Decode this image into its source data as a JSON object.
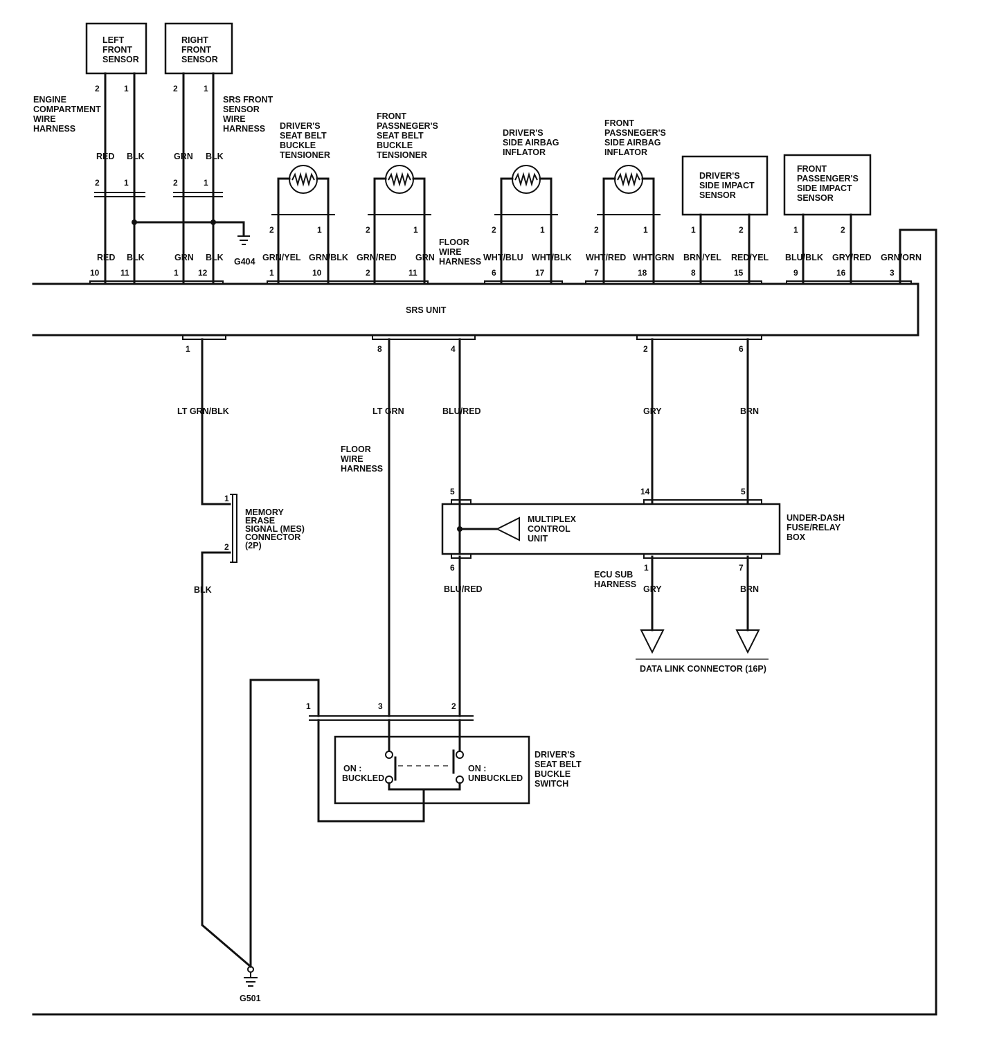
{
  "components": {
    "left_front_sensor": [
      "LEFT",
      "FRONT",
      "SENSOR"
    ],
    "right_front_sensor": [
      "RIGHT",
      "FRONT",
      "SENSOR"
    ],
    "drivers_seat_belt_buckle_tensioner": [
      "DRIVER'S",
      "SEAT BELT",
      "BUCKLE",
      "TENSIONER"
    ],
    "front_passengers_seat_belt_buckle_tensioner": [
      "FRONT",
      "PASSNEGER'S",
      "SEAT BELT",
      "BUCKLE",
      "TENSIONER"
    ],
    "drivers_side_airbag_inflator": [
      "DRIVER'S",
      "SIDE AIRBAG",
      "INFLATOR"
    ],
    "front_passengers_side_airbag_inflator": [
      "FRONT",
      "PASSNEGER'S",
      "SIDE AIRBAG",
      "INFLATOR"
    ],
    "drivers_side_impact_sensor": [
      "DRIVER'S",
      "SIDE IMPACT",
      "SENSOR"
    ],
    "front_passengers_side_impact_sensor": [
      "FRONT",
      "PASSENGER'S",
      "SIDE IMPACT",
      "SENSOR"
    ],
    "srs_unit": "SRS UNIT",
    "mes_connector": [
      "MEMORY",
      "ERASE",
      "SIGNAL (MES)",
      "CONNECTOR",
      "(2P)"
    ],
    "multiplex_control_unit": [
      "MULTIPLEX",
      "CONTROL",
      "UNIT"
    ],
    "under_dash_fuse_relay_box": [
      "UNDER-DASH",
      "FUSE/RELAY",
      "BOX"
    ],
    "data_link_connector": "DATA LINK CONNECTOR (16P)",
    "drivers_seat_belt_buckle_switch": [
      "DRIVER'S",
      "SEAT BELT",
      "BUCKLE",
      "SWITCH"
    ],
    "switch_buckled_label": [
      "ON :",
      "BUCKLED"
    ],
    "switch_unbuckled_label": [
      "ON :",
      "UNBUCKLED"
    ]
  },
  "harness_labels": {
    "engine_compartment": [
      "ENGINE",
      "COMPARTMENT",
      "WIRE",
      "HARNESS"
    ],
    "srs_front_sensor": [
      "SRS FRONT",
      "SENSOR",
      "WIRE",
      "HARNESS"
    ],
    "floor_upper": [
      "FLOOR",
      "WIRE",
      "HARNESS"
    ],
    "floor_lower": [
      "FLOOR",
      "WIRE",
      "HARNESS"
    ],
    "ecu_sub": [
      "ECU SUB",
      "HARNESS"
    ]
  },
  "grounds": {
    "g404": "G404",
    "g501": "G501"
  },
  "upper_wires": [
    {
      "id": "lf2",
      "sensor_pin": "2",
      "mid_color": "RED",
      "conn_pin": "2",
      "srs_color": "RED",
      "srs_pin": "10"
    },
    {
      "id": "lf1",
      "sensor_pin": "1",
      "mid_color": "BLK",
      "conn_pin": "1",
      "srs_color": "BLK",
      "srs_pin": "11"
    },
    {
      "id": "rf2",
      "sensor_pin": "2",
      "mid_color": "GRN",
      "conn_pin": "2",
      "srs_color": "GRN",
      "srs_pin": "1"
    },
    {
      "id": "rf1",
      "sensor_pin": "1",
      "mid_color": "BLK",
      "conn_pin": "1",
      "srs_color": "BLK",
      "srs_pin": "12"
    },
    {
      "id": "dt2",
      "comp_pin": "2",
      "color": "GRN/YEL",
      "srs_pin": "1"
    },
    {
      "id": "dt1",
      "comp_pin": "1",
      "color": "GRN/BLK",
      "srs_pin": "10"
    },
    {
      "id": "pt2",
      "comp_pin": "2",
      "color": "GRN/RED",
      "srs_pin": "2"
    },
    {
      "id": "pt1",
      "comp_pin": "1",
      "color": "GRN",
      "srs_pin": "11"
    },
    {
      "id": "di2",
      "comp_pin": "2",
      "color": "WHT/BLU",
      "srs_pin": "6"
    },
    {
      "id": "di1",
      "comp_pin": "1",
      "color": "WHT/BLK",
      "srs_pin": "17"
    },
    {
      "id": "pi2",
      "comp_pin": "2",
      "color": "WHT/RED",
      "srs_pin": "7"
    },
    {
      "id": "pi1",
      "comp_pin": "1",
      "color": "WHT/GRN",
      "srs_pin": "18"
    },
    {
      "id": "ds1",
      "comp_pin": "1",
      "color": "BRN/YEL",
      "srs_pin": "8"
    },
    {
      "id": "ds2",
      "comp_pin": "2",
      "color": "RED/YEL",
      "srs_pin": "15"
    },
    {
      "id": "ps1",
      "comp_pin": "1",
      "color": "BLU/BLK",
      "srs_pin": "9"
    },
    {
      "id": "ps2",
      "comp_pin": "2",
      "color": "GRY/RED",
      "srs_pin": "16"
    },
    {
      "id": "gnd3",
      "color": "GRN/ORN",
      "srs_pin": "3"
    }
  ],
  "lower_wires": {
    "mes": {
      "srs_pin": "1",
      "color": "LT GRN/BLK",
      "conn_pin_top": "1",
      "conn_pin_bottom": "2",
      "ground_color": "BLK"
    },
    "switch3": {
      "srs_pin": "8",
      "color": "LT GRN",
      "switch_pin": "3"
    },
    "mux": {
      "srs_pin": "4",
      "color": "BLU/RED",
      "box_pin_top": "5",
      "box_pin_bottom": "6",
      "bottom_color": "BLU/RED",
      "switch_pin": "2"
    },
    "gry": {
      "srs_pin": "2",
      "color": "GRY",
      "box_pin_top": "14",
      "box_pin_bottom": "1",
      "bottom_color": "GRY"
    },
    "brn": {
      "srs_pin": "6",
      "color": "BRN",
      "box_pin_top": "5",
      "box_pin_bottom": "7",
      "bottom_color": "BRN"
    },
    "switch1": {
      "switch_pin": "1"
    }
  }
}
